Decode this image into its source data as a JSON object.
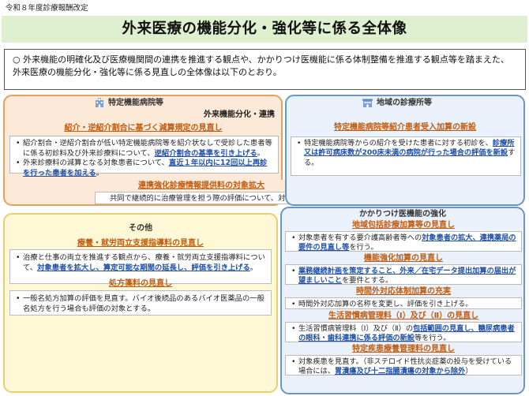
{
  "header": {
    "fiscal_label": "令和８年度診療報酬改定",
    "title": "外来医療の機能分化・強化等に係る全体像"
  },
  "intro": {
    "marker": "○",
    "text": "外来機能の明確化及び医療機関間の連携を推進する観点や、かかりつけ医機能に係る体制整備を推進する観点等を踏まえた、外来医療の機能分化・強化等に係る見直しの全体像は以下のとおり。"
  },
  "specific_hospitals": {
    "label": "特定機能病院等",
    "sub_label": "外来機能分化・連携",
    "referral": {
      "title": "紹介・逆紹介割合に基づく減算規定の見直し",
      "item1_a": "紹介割合・逆紹介割合が低い特定機能病院等を紹介状なしで受診した患者等に係る初診料及び外来診療料について、",
      "item1_b": "逆紹介割合の基準を引き上げる",
      "item1_c": "。",
      "item2_a": "外来診療料の減算となる対象患者について、",
      "item2_b": "直近１年以内に12回以上再診を行った患者を加える",
      "item2_c": "。"
    },
    "cooperation": {
      "title": "連携強化診療情報提供料の対象拡大",
      "item1": "共同で継続的に治療管理を担う際の評価について、対象患者と医療機関を拡大する。"
    }
  },
  "regional_clinics": {
    "label": "地域の診療所等",
    "referral_addon": {
      "title": "特定機能病院等紹介患者受入加算の新設",
      "item1_a": "特定機能病院等からの紹介を受けた患者に対する初診を、",
      "item1_b": "診療所又は許可病床数が200床未満の病院が行った場合の評価を新設",
      "item1_c": "する。"
    }
  },
  "kakaritsuke": {
    "label": "かかりつけ医機能の強化",
    "section1": {
      "title": "地域包括診療加算等の見直し",
      "item1_a": "対象患者を有する要介護高齢者等への",
      "item1_b": "対象患者の拡大、連携薬局の要件の見直し等",
      "item1_c": "を行う。"
    },
    "section2": {
      "title": "機能強化加算の見直し",
      "item1_a": "業務継続計画を策定すること、外来／在宅データ提出加算の届出が望ましいこと",
      "item1_b": "を要件とする。"
    },
    "section3": {
      "title": "時間外対応体制加算の充実",
      "item1": "時間外対応加算の名称を変更し、評価を引き上げる。"
    },
    "section4": {
      "title": "生活習慣病管理料（Ⅰ）及び（Ⅱ）の見直し",
      "item1_a": "生活習慣病管理料（Ⅰ）及び（Ⅱ）の",
      "item1_b": "包括範囲の見直し、糖尿病患者の眼科・歯科連携に係る評価の新設",
      "item1_c": "等を行う。"
    },
    "section5": {
      "title": "特定疾患療養管理料の見直し",
      "item1_a": "対象疾患を見直す。（非ステロイド性抗炎症薬の投与を受けている場合には、",
      "item1_b": "胃潰瘍及び十二指腸潰瘍の対象から除外",
      "item1_c": "）"
    }
  },
  "others": {
    "label": "その他",
    "section1": {
      "title": "療養・就労両立支援指導料の見直し",
      "item1_a": "治療と仕事の両立を推進する観点から、療養・就労両立支援指導料について、",
      "item1_b": "対象患者を拡大し、算定可能な期間の延長し、評価を引き上げる",
      "item1_c": "。"
    },
    "section2": {
      "title": "処方箋料の見直し",
      "item1": "一般名処方加算の評価を見直す。バイオ後続品のあるバイオ医薬品の一般名処方を行う場合も評価の対象とする。"
    }
  },
  "icons": [
    "hospital-icon",
    "clinic-icon"
  ],
  "colors": {
    "title_band": "#dff0d0",
    "orange_border": "#e6a060",
    "orange_fill": "#fde9d8",
    "blue_border": "#6b94c8",
    "blue_fill": "#eaf1fa",
    "yellow_border": "#e8d070",
    "yellow_fill": "#fff8d6",
    "section_title": "#c05b10",
    "highlight": "#1f4fa8"
  }
}
